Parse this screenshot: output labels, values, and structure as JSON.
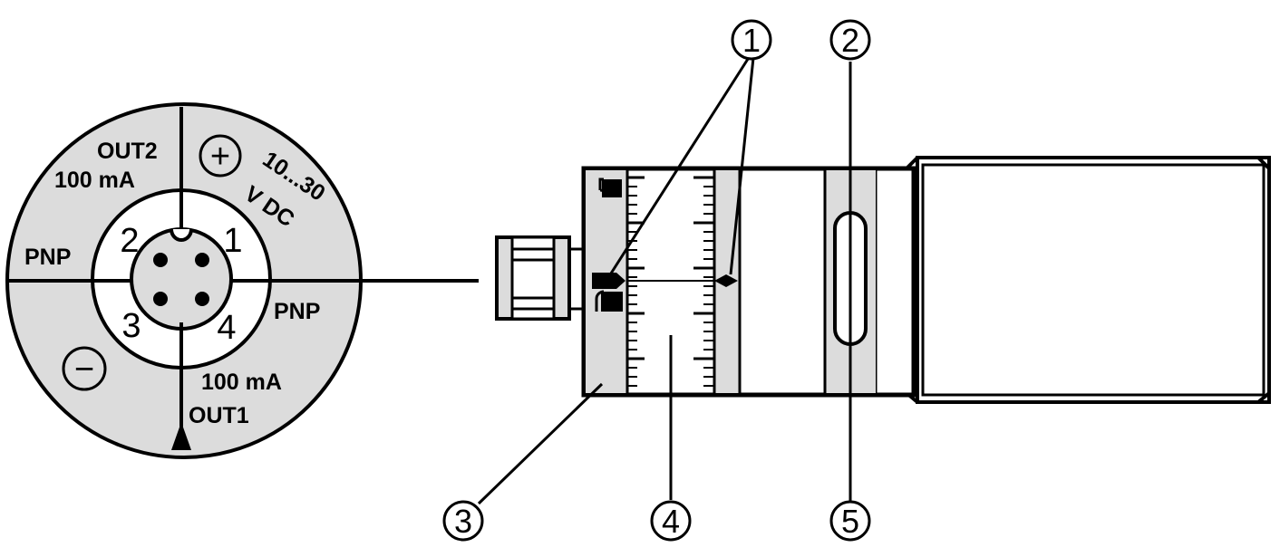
{
  "colors": {
    "fill_gray": "#dcdcdc",
    "fill_white": "#ffffff",
    "stroke": "#000000"
  },
  "connector": {
    "out2_label": "OUT2",
    "out2_current": "100 mA",
    "voltage_range": "10...30",
    "voltage_unit": "V DC",
    "pnp_left": "PNP",
    "pnp_right": "PNP",
    "out1_current": "100 mA",
    "out1_label": "OUT1",
    "plus_symbol": "+",
    "minus_symbol": "−",
    "pins": [
      {
        "number": "1"
      },
      {
        "number": "2"
      },
      {
        "number": "3"
      },
      {
        "number": "4"
      }
    ]
  },
  "callouts": [
    {
      "number": "1"
    },
    {
      "number": "2"
    },
    {
      "number": "3"
    },
    {
      "number": "4"
    },
    {
      "number": "5"
    }
  ],
  "icons": {
    "lock_open": "unlocked-padlock-icon",
    "lock_closed": "locked-padlock-icon"
  }
}
